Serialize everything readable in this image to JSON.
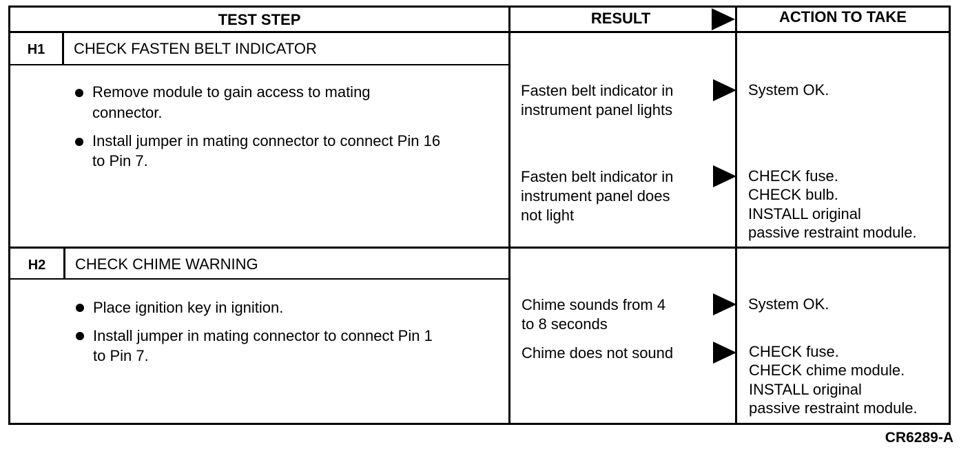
{
  "header": {
    "test_step": "TEST STEP",
    "result": "RESULT",
    "action": "ACTION TO TAKE"
  },
  "steps": [
    {
      "id": "H1",
      "title": "CHECK FASTEN BELT INDICATOR",
      "bullets": [
        [
          "Remove module to gain access to mating",
          "connector."
        ],
        [
          "Install jumper in mating connector to connect Pin 16",
          "to Pin 7."
        ]
      ],
      "results": [
        {
          "result": [
            "Fasten belt indicator in",
            "instrument panel lights"
          ],
          "action": [
            "System OK."
          ]
        },
        {
          "result": [
            "Fasten belt indicator in",
            "instrument panel does",
            "not light"
          ],
          "action": [
            "CHECK fuse.",
            "CHECK bulb.",
            "INSTALL original",
            "passive restraint module."
          ]
        }
      ]
    },
    {
      "id": "H2",
      "title": "CHECK CHIME WARNING",
      "bullets": [
        [
          "Place ignition key in ignition."
        ],
        [
          "Install jumper in mating connector to connect Pin 1",
          "to Pin 7."
        ]
      ],
      "results": [
        {
          "result": [
            "Chime sounds from 4",
            "to 8 seconds"
          ],
          "action": [
            "System OK."
          ]
        },
        {
          "result": [
            "Chime does not sound"
          ],
          "action": [
            "CHECK fuse.",
            "CHECK chime module.",
            "INSTALL original",
            "passive restraint module."
          ]
        }
      ]
    }
  ],
  "figure_code": "CR6289-A"
}
